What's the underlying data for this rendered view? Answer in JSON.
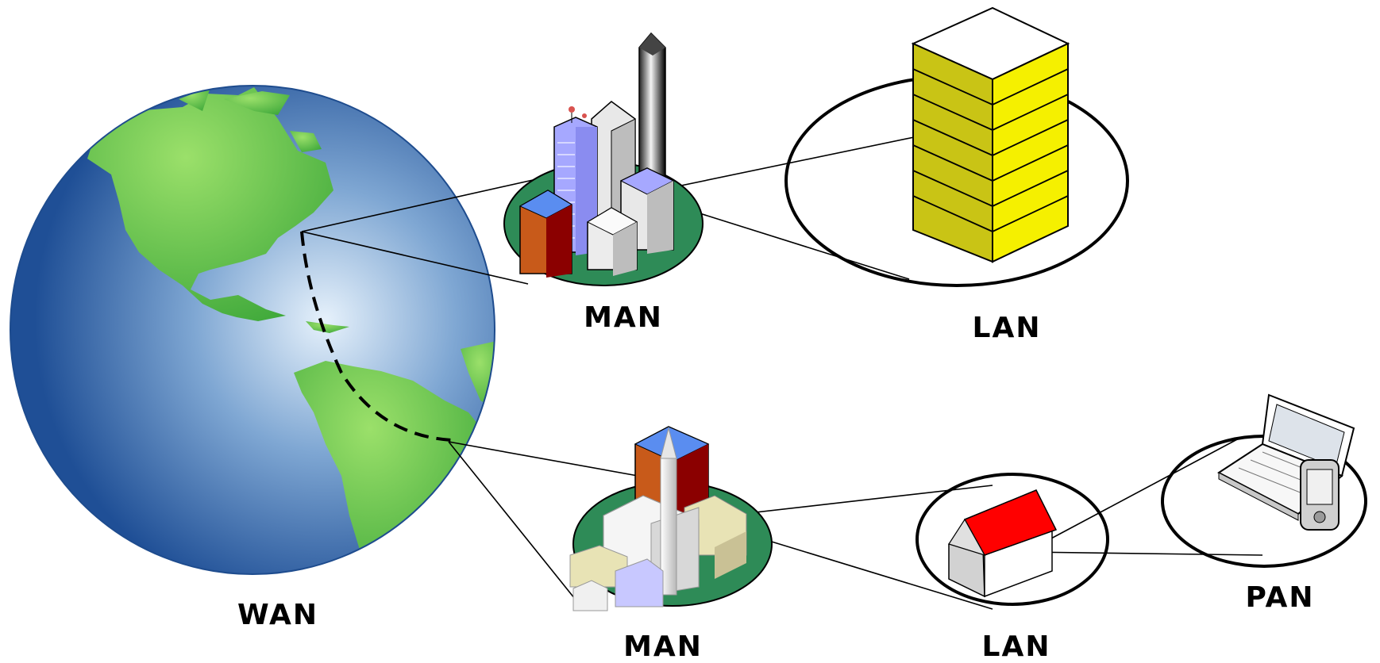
{
  "labels": {
    "wan": "WAN",
    "man_top": "MAN",
    "lan_top": "LAN",
    "man_bottom": "MAN",
    "lan_bottom": "LAN",
    "pan": "PAN"
  },
  "colors": {
    "ocean": "#2f63a8",
    "land": "#6cc24a",
    "man_base": "#2e8b57",
    "office_tower": "#f5f000",
    "house_roof": "#ff0000",
    "lines": "#000000"
  },
  "icons": [
    "globe",
    "city-skyline",
    "office-tower",
    "town",
    "house",
    "laptop",
    "pda"
  ]
}
